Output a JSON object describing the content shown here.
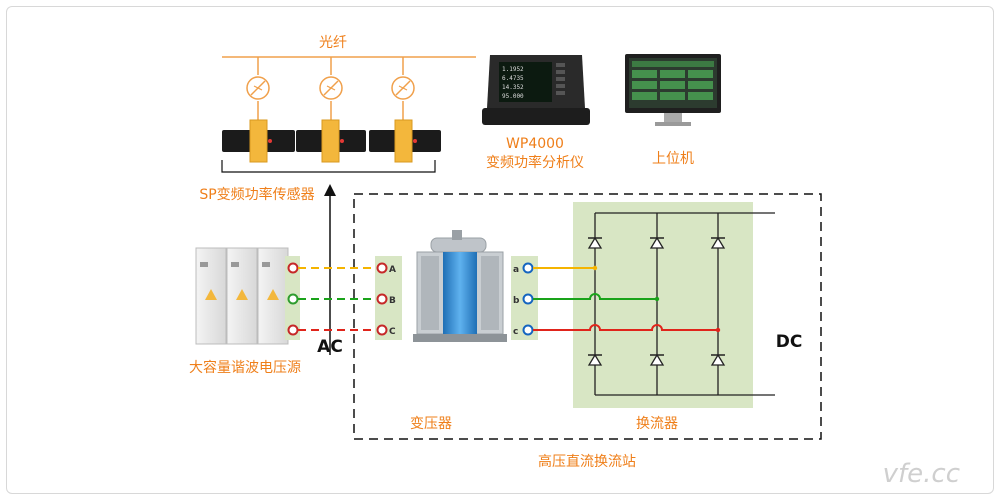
{
  "labels": {
    "fiber": "光纤",
    "analyzer_model": "WP4000",
    "analyzer_name": "变频功率分析仪",
    "host": "上位机",
    "sensor": "SP变频功率传感器",
    "source": "大容量谐波电压源",
    "ac": "AC",
    "dc": "DC",
    "transformer": "变压器",
    "converter": "换流器",
    "station": "高压直流换流站",
    "watermark": "vfe.cc"
  },
  "terminals_left": [
    "A",
    "B",
    "C"
  ],
  "terminals_right": [
    "a",
    "b",
    "c"
  ],
  "colors": {
    "phase_a": "#f5b400",
    "phase_b": "#1aa31a",
    "phase_c": "#e0241b",
    "accent": "#ef7f1a",
    "panel": "#d8e6c4"
  }
}
